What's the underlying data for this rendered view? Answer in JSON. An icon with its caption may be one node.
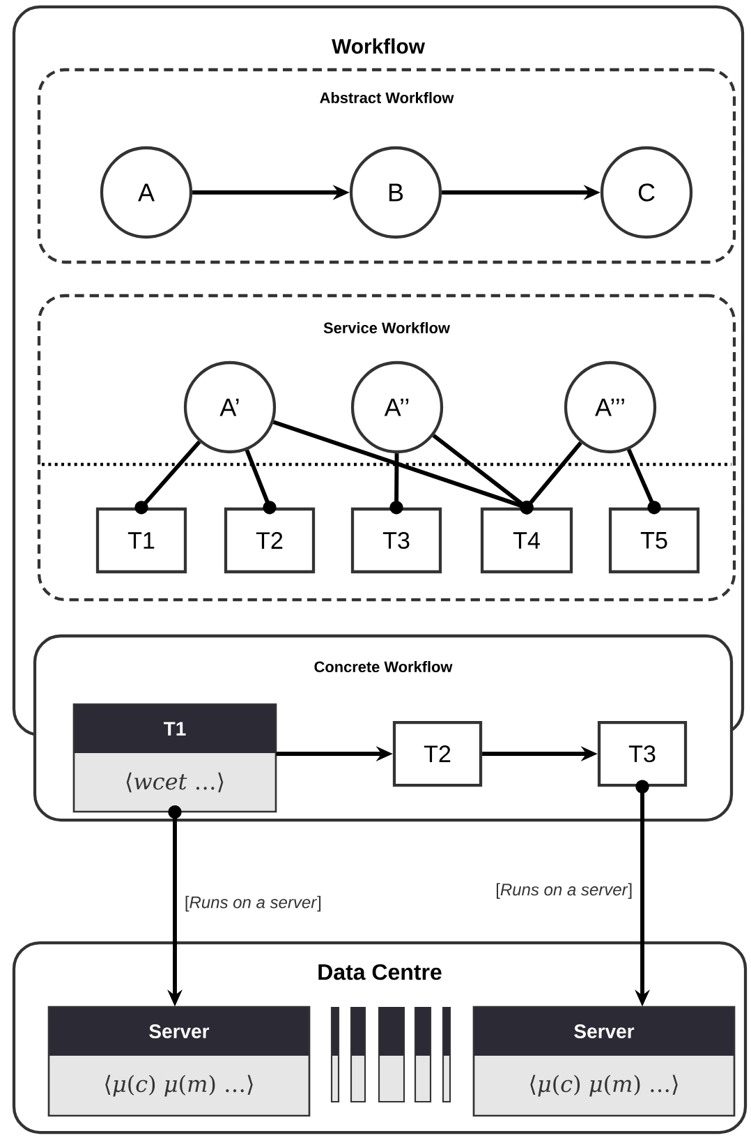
{
  "diagram": {
    "nodes": [
      {
        "text": [
          "Workflow"
        ]
      },
      {
        "text": [
          "Abstract Workflow"
        ],
        "in": 0
      },
      {
        "text": [
          "A"
        ],
        "in": 1
      },
      {
        "text": [
          "B"
        ],
        "in": 1
      },
      {
        "text": [
          "C"
        ],
        "in": 1
      },
      {
        "text": [
          "Service Workflow"
        ],
        "in": 0
      },
      {
        "text": [
          "A’"
        ],
        "in": 5
      },
      {
        "text": [
          "A’’"
        ],
        "in": 5
      },
      {
        "text": [
          "A’’’"
        ],
        "in": 5
      },
      {
        "text": [
          "T1"
        ],
        "in": 5
      },
      {
        "text": [
          "T2"
        ],
        "in": 5
      },
      {
        "text": [
          "T3"
        ],
        "in": 5
      },
      {
        "text": [
          "T4"
        ],
        "in": 5
      },
      {
        "text": [
          "T5"
        ],
        "in": 5
      },
      {
        "text": [
          "Concrete Workflow"
        ]
      },
      {
        "text": [
          "T1",
          "⟨*wcet* …⟩"
        ],
        "in": 14
      },
      {
        "text": [
          "T2"
        ],
        "in": 14
      },
      {
        "text": [
          "T3"
        ],
        "in": 14
      },
      {
        "text": [
          "Data Centre"
        ]
      },
      {
        "text": [
          "Server",
          "⟨*μ*(*c*) *μ*(*m*) …⟩"
        ],
        "in": 18
      },
      {
        "text": [
          "Server",
          "⟨*μ*(*c*) *μ*(*m*) …⟩"
        ],
        "in": 18
      }
    ],
    "edges": [
      {
        "from": 2,
        "to": 3,
        "arrow": "to"
      },
      {
        "from": 3,
        "to": 4,
        "arrow": "to"
      },
      {
        "from": 6,
        "to": 9,
        "arrow": "other"
      },
      {
        "from": 6,
        "to": 10,
        "arrow": "other"
      },
      {
        "from": 6,
        "to": 12,
        "arrow": "other"
      },
      {
        "from": 7,
        "to": 11,
        "arrow": "other"
      },
      {
        "from": 7,
        "to": 12,
        "arrow": "other"
      },
      {
        "from": 8,
        "to": 12,
        "arrow": "other"
      },
      {
        "from": 8,
        "to": 13,
        "arrow": "other"
      },
      {
        "from": 15,
        "to": 16,
        "arrow": "to"
      },
      {
        "from": 16,
        "to": 17,
        "arrow": "to"
      },
      {
        "from": 15,
        "to": 19,
        "arrow": "to",
        "label": "[*Runs on a server*]"
      },
      {
        "from": 17,
        "to": 20,
        "arrow": "to",
        "label": "[*Runs on a server*]"
      }
    ]
  }
}
